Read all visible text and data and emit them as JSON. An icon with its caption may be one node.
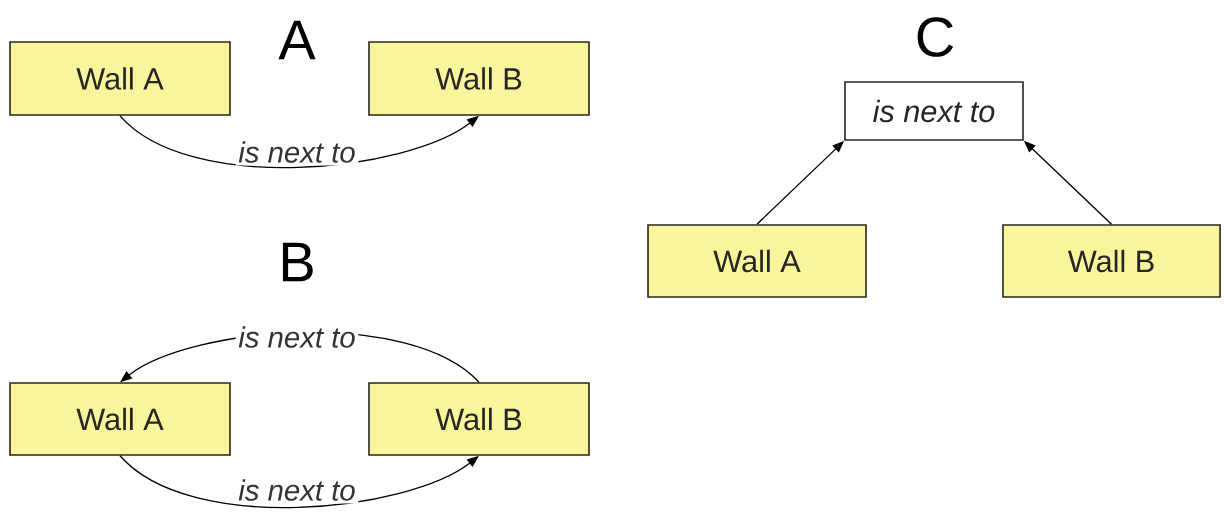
{
  "diagram": {
    "nodes": [
      {
        "text": [
          "Wall A"
        ]
      },
      {
        "text": [
          "Wall B"
        ]
      },
      {
        "text": [
          "Wall A"
        ]
      },
      {
        "text": [
          "Wall B"
        ]
      },
      {
        "text": [
          "is next to"
        ]
      },
      {
        "text": [
          "Wall A"
        ]
      },
      {
        "text": [
          "Wall B"
        ]
      }
    ],
    "edges": [
      {
        "from": 0,
        "to": 1,
        "arrow": "to",
        "label": "is next to"
      },
      {
        "from": 3,
        "to": 2,
        "arrow": "to",
        "label": "is next to"
      },
      {
        "from": 2,
        "to": 3,
        "arrow": "to",
        "label": "is next to"
      },
      {
        "from": 5,
        "to": 4,
        "arrow": "to"
      },
      {
        "from": 6,
        "to": 4,
        "arrow": "to"
      }
    ],
    "labels": [
      "A",
      "B",
      "C"
    ]
  }
}
